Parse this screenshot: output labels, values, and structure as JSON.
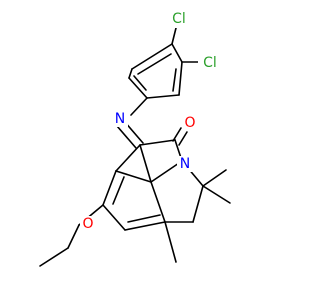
{
  "molecule": {
    "atoms": {
      "cl_top": {
        "label": "Cl",
        "color": "#2ca02c"
      },
      "cl_right": {
        "label": "Cl",
        "color": "#2ca02c"
      },
      "n_imine": {
        "label": "N",
        "color": "#0000ff"
      },
      "o_carbonyl": {
        "label": "O",
        "color": "#ff0000"
      },
      "n_ring": {
        "label": "N",
        "color": "#0000ff"
      },
      "o_ether": {
        "label": "O",
        "color": "#ff0000"
      }
    }
  }
}
